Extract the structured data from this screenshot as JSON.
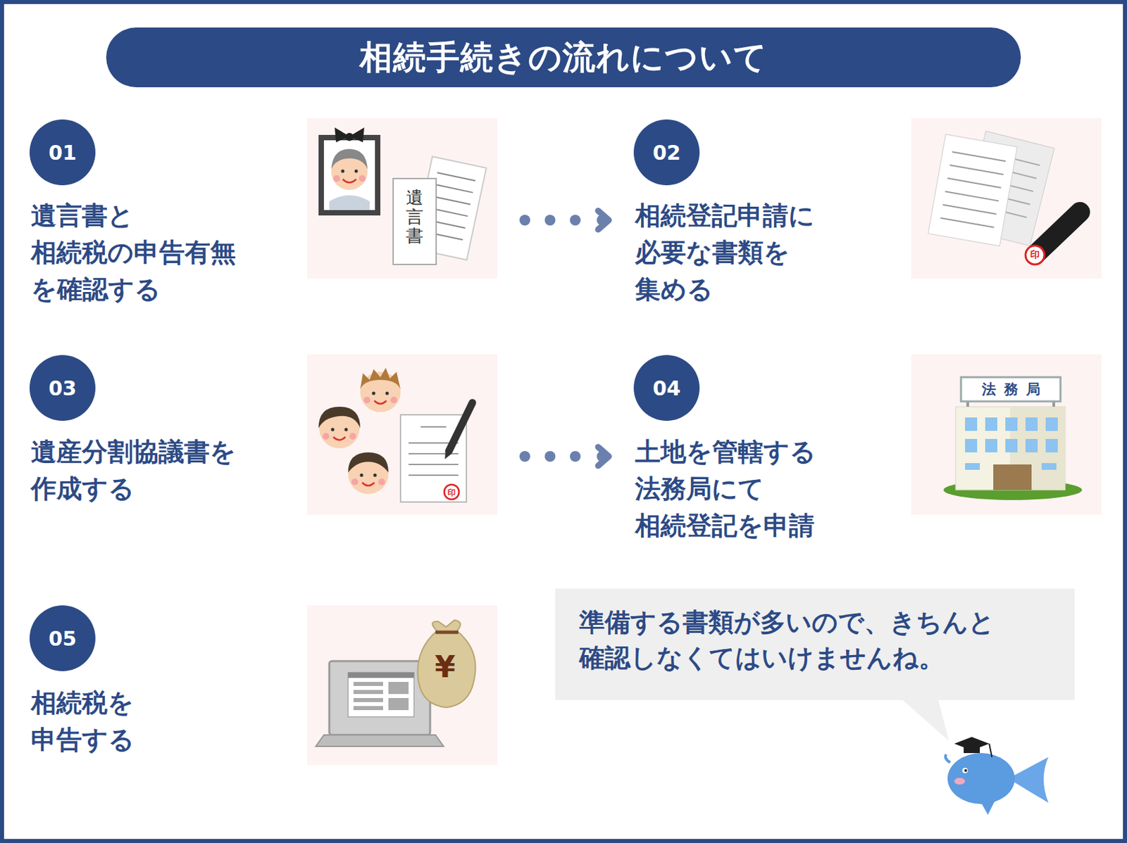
{
  "diagram": {
    "title": "相続手続きの流れについて",
    "nodes": [
      {
        "text": [
          "01",
          "遺言書と 相続税の申告有無 を確認する"
        ]
      },
      {
        "text": [
          "02",
          "相続登記申請に 必要な書類を 集める"
        ]
      },
      {
        "text": [
          "03",
          "遺産分割協議書を 作成する"
        ]
      },
      {
        "text": [
          "04",
          "土地を管轄する 法務局にて 相続登記を申請"
        ]
      },
      {
        "text": [
          "05",
          "相続税を 申告する"
        ]
      },
      {
        "text": [
          "準備する書類が多いので、きちんと 確認しなくてはいけませんね。"
        ]
      }
    ],
    "edges": [
      {
        "from": 0,
        "to": 1,
        "arrow": "to"
      },
      {
        "from": 2,
        "to": 3,
        "arrow": "to"
      }
    ],
    "labels": [
      "遺言書",
      "印",
      "印",
      "法務局",
      "¥"
    ]
  }
}
